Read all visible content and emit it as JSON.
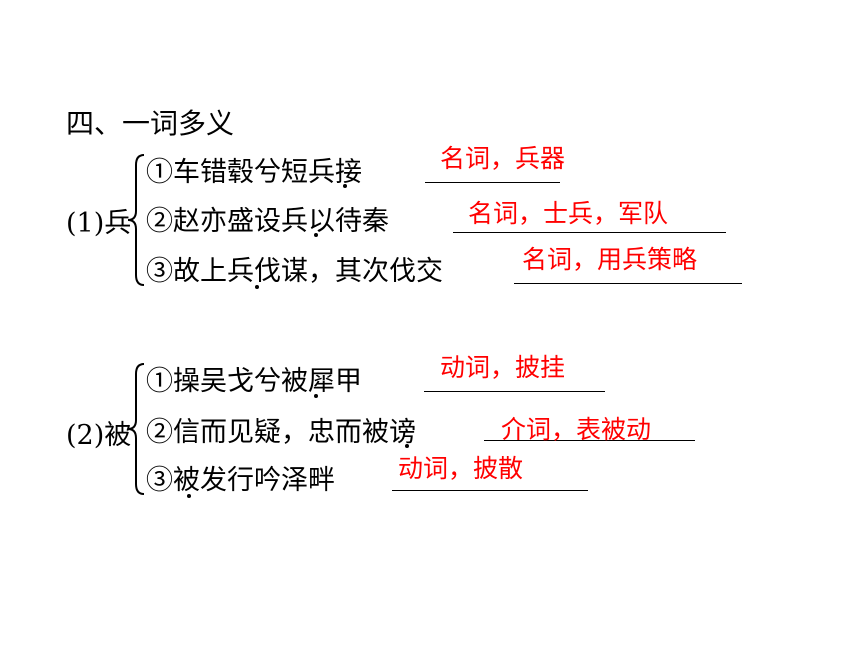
{
  "heading": "四、一词多义",
  "groups": [
    {
      "label": "(1)兵",
      "items": [
        {
          "text": "①车错毂兮短兵接",
          "answer": "名词，兵器"
        },
        {
          "text": "②赵亦盛设兵以待秦",
          "answer": "名词，士兵，军队"
        },
        {
          "text": "③故上兵伐谋，其次伐交",
          "answer": "名词，用兵策略"
        }
      ]
    },
    {
      "label": "(2)被",
      "items": [
        {
          "text": "①操吴戈兮被犀甲",
          "answer": "动词，披挂"
        },
        {
          "text": "②信而见疑，忠而被谤",
          "answer": "介词，表被动"
        },
        {
          "text": "③被发行吟泽畔",
          "answer": "动词，披散"
        }
      ]
    }
  ],
  "colors": {
    "answer": "#ff0000",
    "text": "#000000"
  }
}
